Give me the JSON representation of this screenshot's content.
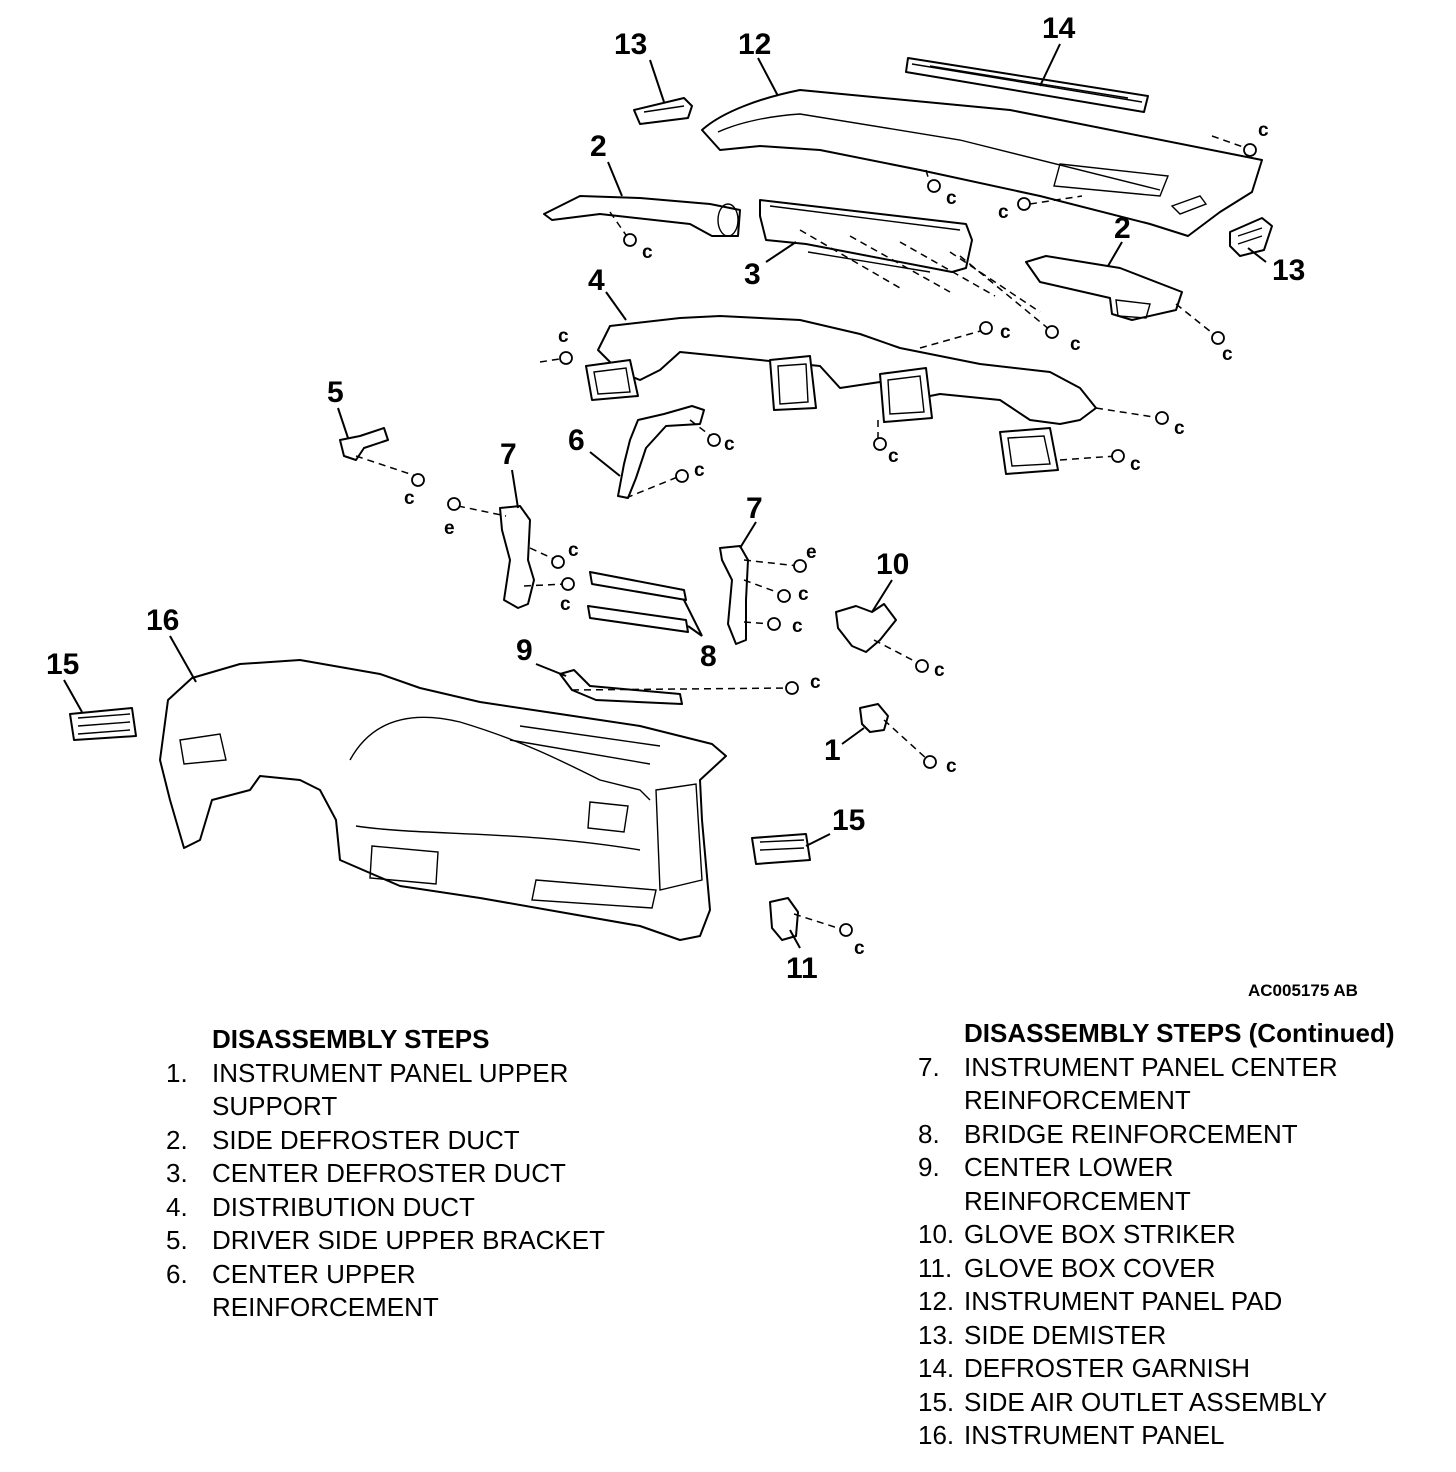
{
  "diagram": {
    "callouts": {
      "c1": "1",
      "c2a": "2",
      "c2b": "2",
      "c3": "3",
      "c4": "4",
      "c5": "5",
      "c6": "6",
      "c7a": "7",
      "c7b": "7",
      "c8": "8",
      "c9": "9",
      "c10": "10",
      "c11": "11",
      "c12": "12",
      "c13a": "13",
      "c13b": "13",
      "c14": "14",
      "c15a": "15",
      "c15b": "15",
      "c16": "16"
    },
    "fastener_c": "c",
    "fastener_e": "e",
    "figure_code": "AC005175 AB"
  },
  "left_column": {
    "heading": "DISASSEMBLY STEPS",
    "items": [
      {
        "num": "1.",
        "lines": [
          "INSTRUMENT PANEL UPPER",
          "SUPPORT"
        ]
      },
      {
        "num": "2.",
        "lines": [
          "SIDE DEFROSTER DUCT"
        ]
      },
      {
        "num": "3.",
        "lines": [
          "CENTER DEFROSTER DUCT"
        ]
      },
      {
        "num": "4.",
        "lines": [
          "DISTRIBUTION DUCT"
        ]
      },
      {
        "num": "5.",
        "lines": [
          "DRIVER SIDE UPPER BRACKET"
        ]
      },
      {
        "num": "6.",
        "lines": [
          "CENTER UPPER",
          "REINFORCEMENT"
        ]
      }
    ]
  },
  "right_column": {
    "heading": "DISASSEMBLY STEPS (Continued)",
    "items": [
      {
        "num": "7.",
        "lines": [
          "INSTRUMENT PANEL CENTER",
          "REINFORCEMENT"
        ]
      },
      {
        "num": "8.",
        "lines": [
          "BRIDGE REINFORCEMENT"
        ]
      },
      {
        "num": "9.",
        "lines": [
          "CENTER LOWER",
          "REINFORCEMENT"
        ]
      },
      {
        "num": "10.",
        "lines": [
          "GLOVE BOX STRIKER"
        ]
      },
      {
        "num": "11.",
        "lines": [
          "GLOVE BOX COVER"
        ]
      },
      {
        "num": "12.",
        "lines": [
          "INSTRUMENT PANEL PAD"
        ]
      },
      {
        "num": "13.",
        "lines": [
          "SIDE DEMISTER"
        ]
      },
      {
        "num": "14.",
        "lines": [
          "DEFROSTER GARNISH"
        ]
      },
      {
        "num": "15.",
        "lines": [
          "SIDE AIR OUTLET ASSEMBLY"
        ]
      },
      {
        "num": "16.",
        "lines": [
          "INSTRUMENT PANEL"
        ]
      }
    ]
  }
}
